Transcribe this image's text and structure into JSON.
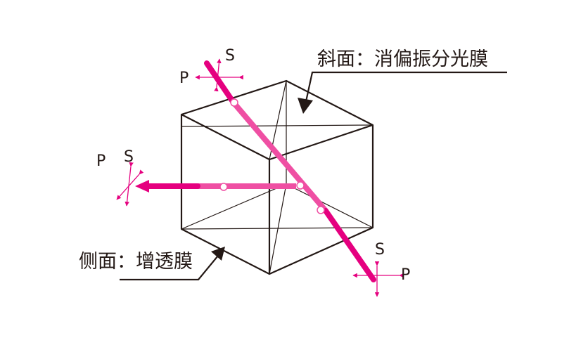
{
  "labels": {
    "diagonal_face": "斜面：消偏振分光膜",
    "side_face": "侧面：增透膜"
  },
  "polarization": {
    "s": "S",
    "p": "P"
  },
  "colors": {
    "beam": "#e5007f",
    "beam_inside_cube": "#ef4fa3",
    "lines": "#231815",
    "background": "#ffffff"
  }
}
